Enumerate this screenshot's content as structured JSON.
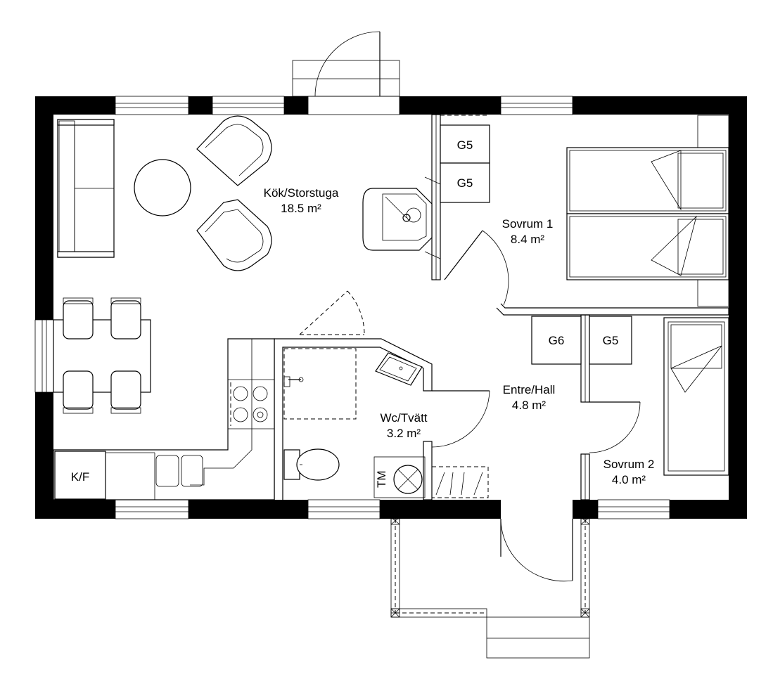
{
  "rooms": [
    {
      "name": "Kök/Storstuga",
      "area": "18.5 m²"
    },
    {
      "name": "Sovrum 1",
      "area": "8.4 m²"
    },
    {
      "name": "Entre/Hall",
      "area": "4.8 m²"
    },
    {
      "name": "Wc/Tvätt",
      "area": "3.2 m²"
    },
    {
      "name": "Sovrum 2",
      "area": "4.0 m²"
    }
  ],
  "storage": {
    "g5_top": "G5",
    "g5_mid": "G5",
    "g6": "G6",
    "g5_hall": "G5",
    "kf": "K/F",
    "tm": "TM"
  }
}
